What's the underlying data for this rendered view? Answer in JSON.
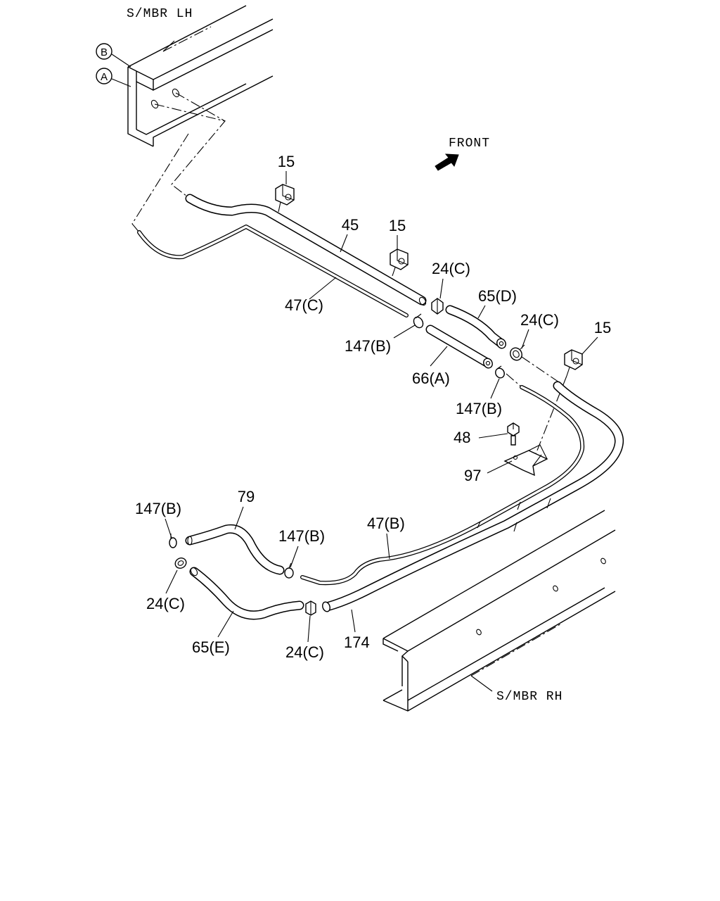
{
  "members": {
    "left": "S/MBR LH",
    "right": "S/MBR RH"
  },
  "references": {
    "b": "B",
    "a": "A"
  },
  "direction": {
    "label": "FRONT",
    "icon": "front-arrow-icon"
  },
  "callouts": {
    "p15_1": "15",
    "p15_2": "15",
    "p15_3": "15",
    "p45": "45",
    "p47c": "47(C)",
    "p24c_1": "24(C)",
    "p65d": "65(D)",
    "p24c_2": "24(C)",
    "p147b_1": "147(B)",
    "p66a": "66(A)",
    "p147b_2": "147(B)",
    "p48": "48",
    "p97": "97",
    "p147b_3": "147(B)",
    "p79": "79",
    "p147b_4": "147(B)",
    "p47b": "47(B)",
    "p24c_3": "24(C)",
    "p65e": "65(E)",
    "p24c_4": "24(C)",
    "p174": "174"
  }
}
